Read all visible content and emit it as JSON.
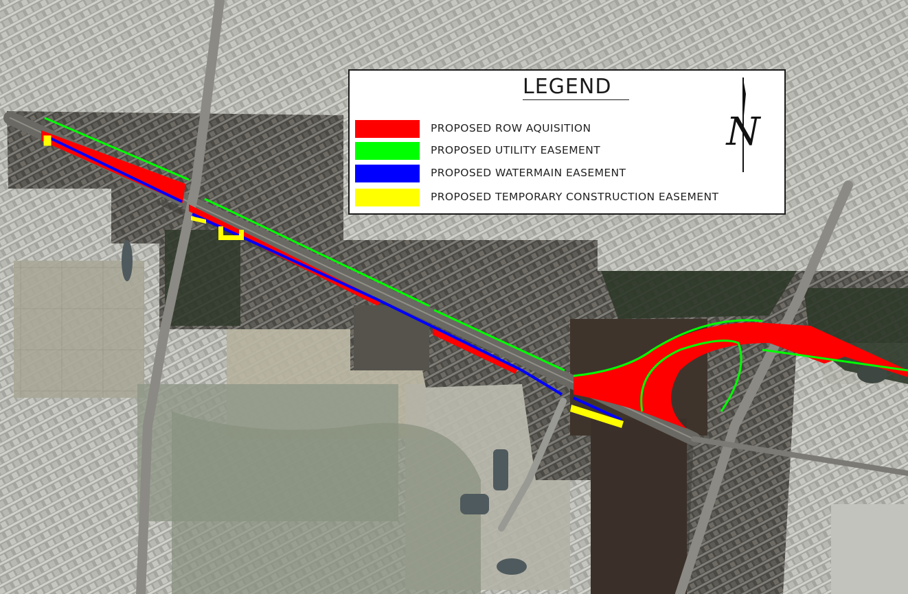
{
  "legend": {
    "title": "LEGEND",
    "items": [
      {
        "label": "PROPOSED ROW AQUISITION",
        "color": "#ff0000"
      },
      {
        "label": "PROPOSED UTILITY EASEMENT",
        "color": "#00ff00"
      },
      {
        "label": "PROPOSED WATERMAIN EASEMENT",
        "color": "#0000ff"
      },
      {
        "label": "PROPOSED TEMPORARY CONSTRUCTION EASEMENT",
        "color": "#ffff00"
      }
    ],
    "north_symbol": "N"
  },
  "colors": {
    "row": "#ff0000",
    "utility": "#00ff00",
    "watermain": "#0000ff",
    "temporary": "#ffff00",
    "imagery_faded": "#9b9e97",
    "imagery_dark": "#4a4842"
  }
}
